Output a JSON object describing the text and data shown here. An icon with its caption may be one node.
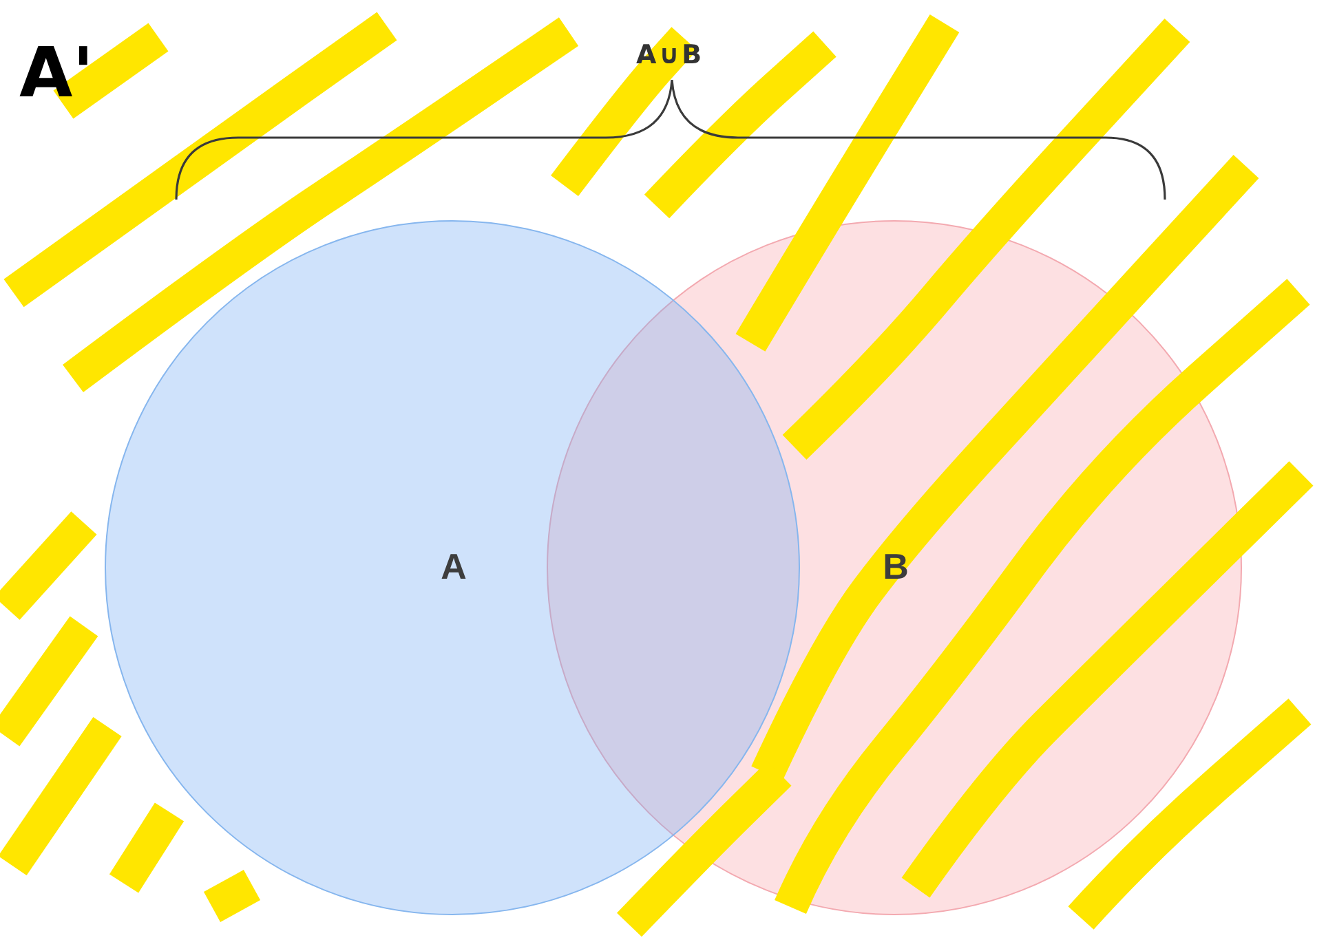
{
  "diagram": {
    "nodes": [
      {
        "text": [
          "A"
        ]
      },
      {
        "text": [
          "B"
        ]
      }
    ],
    "labels": [
      "A'",
      "A∪B"
    ]
  }
}
